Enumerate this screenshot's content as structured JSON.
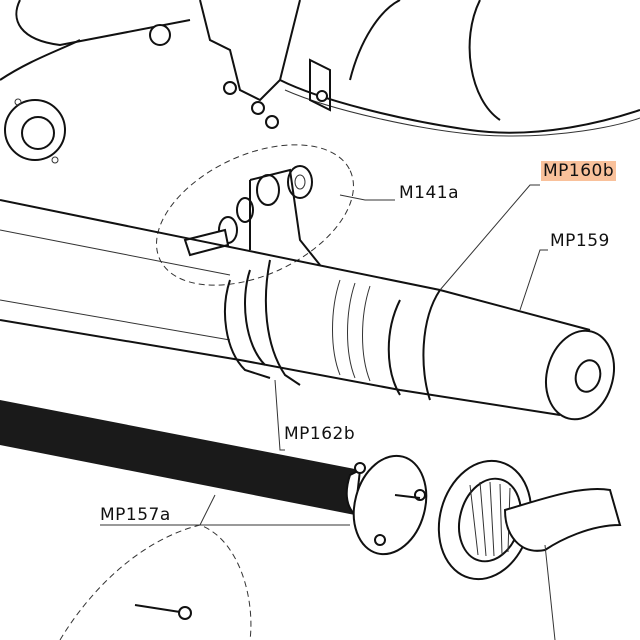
{
  "diagram": {
    "labels": {
      "mp160b": "MP160b",
      "m141a": "M141a",
      "mp159": "MP159",
      "mp162b": "MP162b",
      "mp157a": "MP157a"
    },
    "highlight_color": "#f9c19b"
  }
}
